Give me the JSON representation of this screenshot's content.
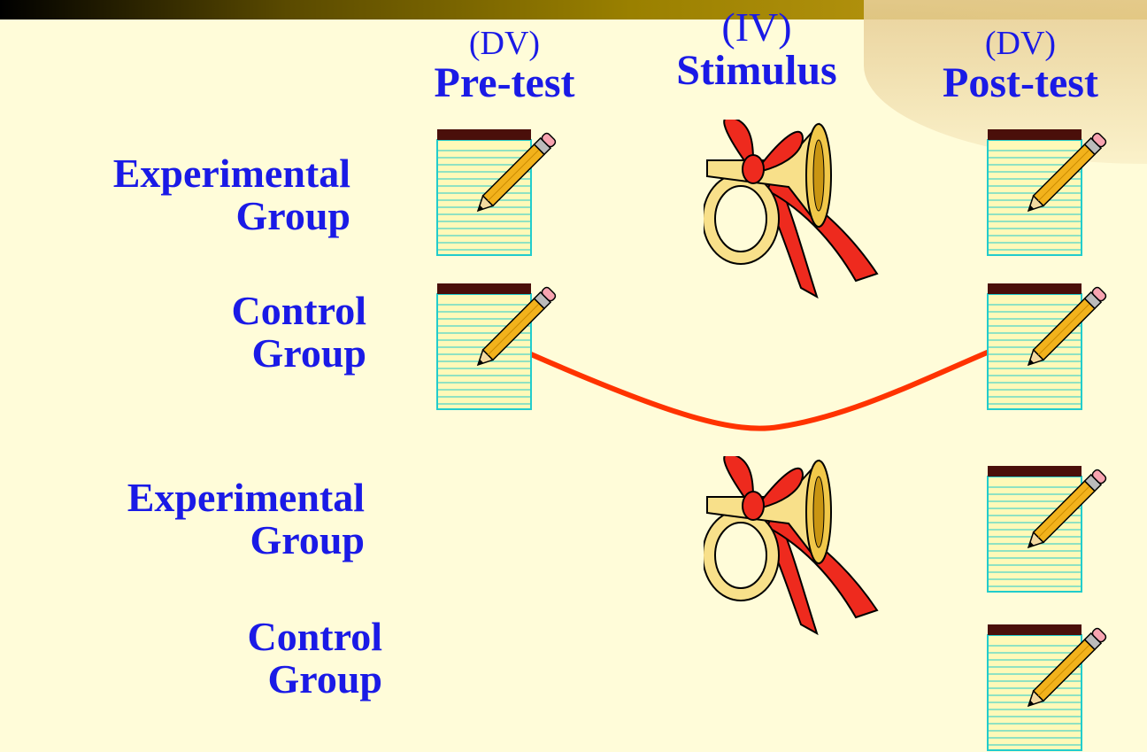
{
  "headers": {
    "pretest": {
      "var": "(DV)",
      "title": "Pre-test"
    },
    "stimulus": {
      "var": "(IV)",
      "title": "Stimulus"
    },
    "posttest": {
      "var": "(DV)",
      "title": "Post-test"
    }
  },
  "groups": [
    {
      "line1": "Experimental",
      "line2": "Group"
    },
    {
      "line1": "Control",
      "line2": "Group"
    },
    {
      "line1": "Experimental",
      "line2": "Group"
    },
    {
      "line1": "Control",
      "line2": "Group"
    }
  ],
  "icons": {
    "test": "notepad-pencil-icon",
    "stimulus": "horn-with-bow-icon"
  },
  "colors": {
    "text": "#1a1ae6",
    "connector": "#ff3300",
    "background": "#fffcd9"
  }
}
